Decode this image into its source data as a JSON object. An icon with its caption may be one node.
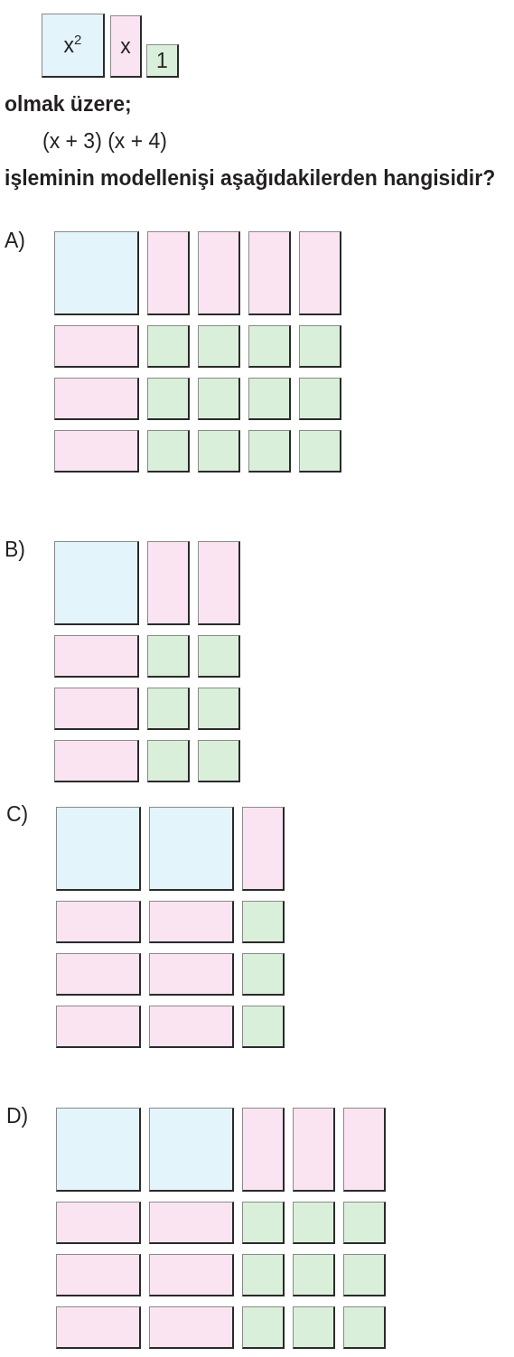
{
  "diagram": {
    "nodes": [
      {
        "text": [
          "x$^{2}$"
        ]
      },
      {
        "text": [
          "x"
        ]
      },
      {
        "text": [
          "1"
        ]
      },
      {
        "text": [],
        "shape": "box"
      },
      {
        "text": [],
        "shape": "box"
      },
      {
        "text": [],
        "shape": "box"
      },
      {
        "text": [],
        "shape": "box"
      },
      {
        "text": [],
        "shape": "box"
      },
      {
        "text": [],
        "shape": "box"
      },
      {
        "text": [],
        "shape": "box"
      },
      {
        "text": [],
        "shape": "box"
      },
      {
        "text": [],
        "shape": "box"
      },
      {
        "text": [],
        "shape": "box"
      },
      {
        "text": [],
        "shape": "box"
      },
      {
        "text": [],
        "shape": "box"
      },
      {
        "text": [],
        "shape": "box"
      },
      {
        "text": [],
        "shape": "box"
      },
      {
        "text": [],
        "shape": "box"
      },
      {
        "text": [],
        "shape": "box"
      },
      {
        "text": [],
        "shape": "box"
      },
      {
        "text": [],
        "shape": "box"
      },
      {
        "text": [],
        "shape": "box"
      },
      {
        "text": [],
        "shape": "box"
      },
      {
        "text": [],
        "shape": "box"
      },
      {
        "text": [],
        "shape": "box"
      },
      {
        "text": [],
        "shape": "box"
      },
      {
        "text": [],
        "shape": "box"
      },
      {
        "text": [],
        "shape": "box"
      },
      {
        "text": [],
        "shape": "box"
      },
      {
        "text": [],
        "shape": "box"
      },
      {
        "text": [],
        "shape": "box"
      },
      {
        "text": [],
        "shape": "box"
      },
      {
        "text": [],
        "shape": "box"
      },
      {
        "text": [],
        "shape": "box"
      },
      {
        "text": [],
        "shape": "box"
      },
      {
        "text": [],
        "shape": "box"
      },
      {
        "text": [],
        "shape": "box"
      },
      {
        "text": [],
        "shape": "box"
      },
      {
        "text": [],
        "shape": "box"
      },
      {
        "text": [],
        "shape": "box"
      },
      {
        "text": [],
        "shape": "box"
      },
      {
        "text": [],
        "shape": "box"
      },
      {
        "text": [],
        "shape": "box"
      },
      {
        "text": [],
        "shape": "box"
      },
      {
        "text": [],
        "shape": "box"
      },
      {
        "text": [],
        "shape": "box"
      },
      {
        "text": [],
        "shape": "box"
      },
      {
        "text": [],
        "shape": "box"
      },
      {
        "text": [],
        "shape": "box"
      },
      {
        "text": [],
        "shape": "box"
      },
      {
        "text": [],
        "shape": "box"
      },
      {
        "text": [],
        "shape": "box"
      },
      {
        "text": [],
        "shape": "box"
      },
      {
        "text": [],
        "shape": "box"
      },
      {
        "text": [],
        "shape": "box"
      },
      {
        "text": [],
        "shape": "box"
      },
      {
        "text": [],
        "shape": "box"
      },
      {
        "text": [],
        "shape": "box"
      },
      {
        "text": [],
        "shape": "box"
      },
      {
        "text": [],
        "shape": "box"
      },
      {
        "text": [],
        "shape": "box"
      },
      {
        "text": [],
        "shape": "box"
      },
      {
        "text": [],
        "shape": "box"
      },
      {
        "text": [],
        "shape": "box"
      },
      {
        "text": [],
        "shape": "box"
      },
      {
        "text": [],
        "shape": "box"
      },
      {
        "text": [],
        "shape": "box"
      }
    ],
    "labels": [
      "olmak üzere;",
      "(x + 3) (x + 4)",
      "işleminin modellenişi aşağıdakilerden hangisidir?",
      "A)",
      "B)",
      "C)",
      "D)"
    ]
  }
}
